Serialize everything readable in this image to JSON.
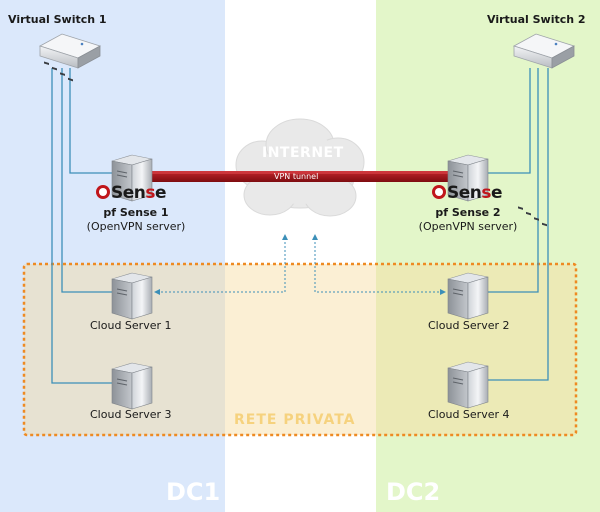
{
  "zones": {
    "dc1_label": "DC1",
    "dc2_label": "DC2",
    "internet_label": "INTERNET",
    "private_network_label": "RETE PRIVATA"
  },
  "switches": [
    {
      "label": "Virtual Switch 1"
    },
    {
      "label": "Virtual Switch 2"
    }
  ],
  "firewalls": [
    {
      "logo_text_black": "Sen",
      "logo_text_red": "s",
      "logo_text_end": "e",
      "name": "pf Sense 1",
      "role": "(OpenVPN server)"
    },
    {
      "logo_text_black": "Sen",
      "logo_text_red": "s",
      "logo_text_end": "e",
      "name": "pf Sense 2",
      "role": "(OpenVPN server)"
    }
  ],
  "tunnel": {
    "label": "VPN tunnel"
  },
  "servers": [
    {
      "label": "Cloud Server 1"
    },
    {
      "label": "Cloud Server 2"
    },
    {
      "label": "Cloud Server 3"
    },
    {
      "label": "Cloud Server 4"
    }
  ],
  "colors": {
    "dc1_background": "#dbe8fb",
    "dc2_background": "#e3f6c9",
    "internet_band": "#ffffff",
    "private_overlay": "#f7dca0",
    "private_border": "#ee8a22",
    "link_line": "#3c8fb8",
    "tunnel": "#a3141a",
    "cloud": "#e9e9e9"
  }
}
